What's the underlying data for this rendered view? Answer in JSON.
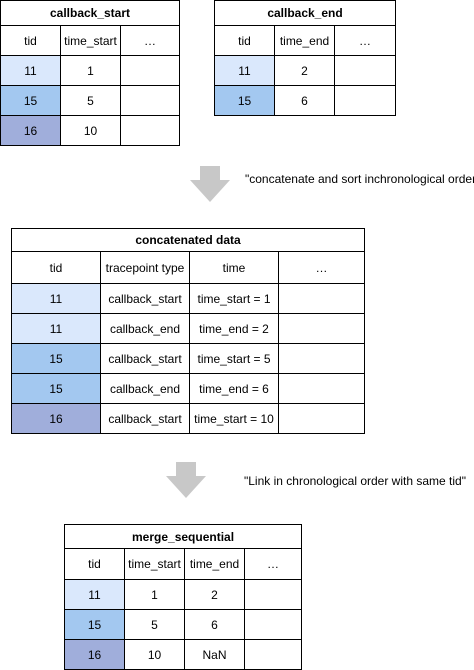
{
  "tables": {
    "callback_start": {
      "title": "callback_start",
      "headers": [
        "tid",
        "time_start",
        "…"
      ],
      "rows": [
        [
          "11",
          "1",
          ""
        ],
        [
          "15",
          "5",
          ""
        ],
        [
          "16",
          "10",
          ""
        ]
      ]
    },
    "callback_end": {
      "title": "callback_end",
      "headers": [
        "tid",
        "time_end",
        "…"
      ],
      "rows": [
        [
          "11",
          "2",
          ""
        ],
        [
          "15",
          "6",
          ""
        ]
      ]
    },
    "concatenated": {
      "title": "concatenated data",
      "headers": [
        "tid",
        "tracepoint type",
        "time",
        "…"
      ],
      "rows": [
        [
          "11",
          "callback_start",
          "time_start = 1",
          ""
        ],
        [
          "11",
          "callback_end",
          "time_end = 2",
          ""
        ],
        [
          "15",
          "callback_start",
          "time_start = 5",
          ""
        ],
        [
          "15",
          "callback_end",
          "time_end = 6",
          ""
        ],
        [
          "16",
          "callback_start",
          "time_start = 10",
          ""
        ]
      ]
    },
    "merge_sequential": {
      "title": "merge_sequential",
      "headers": [
        "tid",
        "time_start",
        "time_end",
        "…"
      ],
      "rows": [
        [
          "11",
          "1",
          "2",
          ""
        ],
        [
          "15",
          "5",
          "6",
          ""
        ],
        [
          "16",
          "10",
          "NaN",
          ""
        ]
      ]
    }
  },
  "annotations": {
    "step1": "\"concatenate and sort inchronological order\"",
    "step2": "\"Link in chronological order with same tid\""
  },
  "colors": {
    "tid_11": "#dae8fc",
    "tid_15": "#a3c8f0",
    "tid_16": "#a0aedb",
    "arrow": "#c8c8c8"
  }
}
